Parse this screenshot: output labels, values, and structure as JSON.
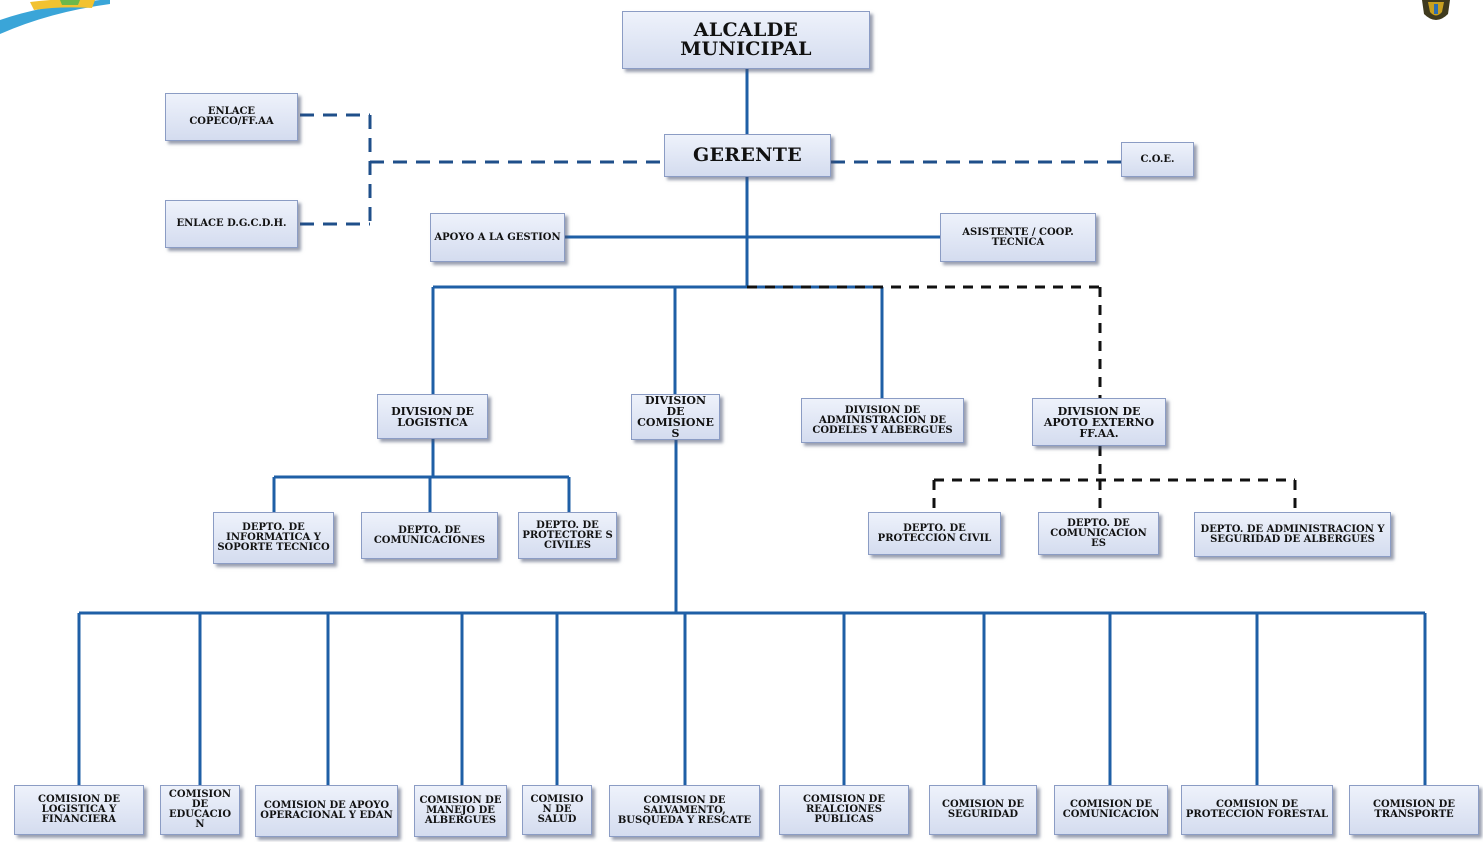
{
  "top": {
    "alcalde": "ALCALDE MUNICIPAL",
    "gerente": "GERENTE"
  },
  "enlaces": {
    "copeco": "ENLACE COPECO/FF.AA",
    "dgcdh": "ENLACE D.G.C.D.H."
  },
  "coe": "C.O.E.",
  "apoyo": "APOYO A LA GESTION",
  "asistente": "ASISTENTE / COOP. TECNICA",
  "divisions": {
    "logistica": "DIVISION DE LOGISTICA",
    "comisiones": "DIVISION DE COMISIONE S",
    "administracion": "DIVISION DE ADMINISTRACION DE CODELES Y ALBERGUES",
    "apoyo_externo": "DIVISION DE APOTO EXTERNO FF.AA."
  },
  "deptos_logistica": [
    "DEPTO. DE INFORMATICA Y SOPORTE TECNICO",
    "DEPTO. DE COMUNICACIONES",
    "DEPTO. DE PROTECTORE S CIVILES"
  ],
  "deptos_externo": [
    "DEPTO. DE PROTECCION CIVIL",
    "DEPTO. DE COMUNICACION ES",
    "DEPTO. DE ADMINISTRACION Y SEGURIDAD DE ALBERGUES"
  ],
  "comisiones": [
    "COMISION DE LOGISTICA Y FINANCIERA",
    "COMISION DE EDUCACIO N",
    "COMISION DE APOYO OPERACIONAL Y EDAN",
    "COMISION DE MANEJO DE ALBERGUES",
    "COMISIO N DE SALUD",
    "COMISION DE SALVAMENTO, BUSQUEDA Y RESCATE",
    "COMISION DE REALCIONES PUBLICAS",
    "COMISION DE SEGURIDAD",
    "COMISION DE COMUNICACION",
    "COMISION DE PROTECCION FORESTAL",
    "COMISION DE TRANSPORTE"
  ],
  "colors": {
    "solid_line": "#1f5fa6",
    "dashed_line": "#1f4f8a",
    "dashed_black": "#111111",
    "box_fill": "#dde3f3",
    "box_border": "#8b9cc4"
  }
}
